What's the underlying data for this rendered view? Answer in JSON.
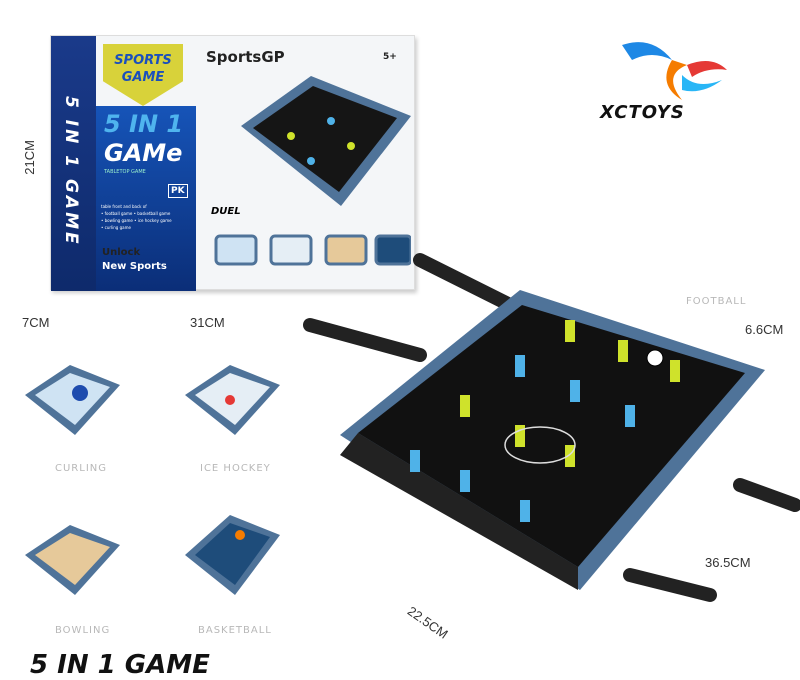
{
  "box": {
    "spine_text": "5 IN 1 GAME",
    "badge_text": "SPORTS GAME",
    "title_line1": "5 IN 1",
    "title_line2": "GAMe",
    "subtitle": "TABLETOP GAME",
    "features": [
      "PK"
    ],
    "games_list": "table front and back of\n• football game • basketball game\n• bowling game • ice hockey game\n• curling game",
    "cta_line1": "Unlock",
    "cta_line2": "New Sports",
    "brand": "SportsGP",
    "age": "5+",
    "duel": "DUEL"
  },
  "logo": {
    "text": "XCTOYS",
    "colors": [
      "#1e88e5",
      "#f57c00",
      "#e53935"
    ]
  },
  "dimensions": {
    "box_height": "21CM",
    "box_depth": "7CM",
    "box_width": "31CM",
    "table_height": "6.6CM",
    "table_length": "36.5CM",
    "table_width": "22.5CM"
  },
  "games": [
    {
      "label": "CURLING",
      "color": "#cfe3f3"
    },
    {
      "label": "ICE HOCKEY",
      "color": "#e5eef5"
    },
    {
      "label": "BOWLING",
      "color": "#e6c99a"
    },
    {
      "label": "BASKETBALL",
      "color": "#1e4c7a"
    },
    {
      "label": "FOOTBALL",
      "color": "#1b1b1b"
    }
  ],
  "bottom_title": "5 IN 1 GAME",
  "colors": {
    "table_frame": "#4f7399",
    "team_a": "#cfe22b",
    "team_b": "#4fb2e8",
    "box_blue": "#0e2a6b"
  }
}
